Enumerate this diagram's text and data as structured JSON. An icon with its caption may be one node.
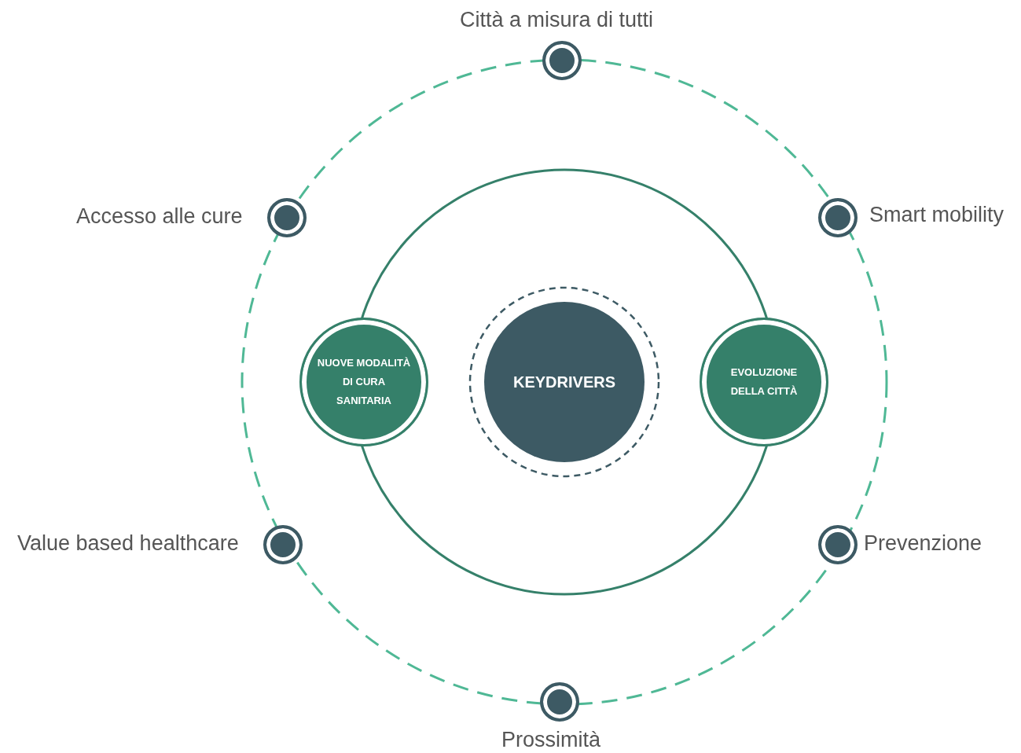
{
  "diagram": {
    "nodes": [
      {
        "text": [],
        "shape": "circle",
        "beside": [
          "Città a misura di tutti"
        ]
      },
      {
        "text": [],
        "shape": "circle",
        "beside": [
          "Accesso alle cure"
        ]
      },
      {
        "text": [],
        "shape": "circle",
        "beside": [
          "Smart mobility"
        ]
      },
      {
        "text": [
          "NUOVE MODALITÀ DI CURA SANITARIA"
        ]
      },
      {
        "text": [
          "KEYDRIVERS"
        ]
      },
      {
        "text": [
          "EVOLUZIONE DELLA CITTÀ"
        ]
      },
      {
        "text": [],
        "shape": "circle",
        "beside": [
          "Value based healthcare"
        ]
      },
      {
        "text": [],
        "shape": "circle",
        "beside": [
          "Prevenzione"
        ]
      },
      {
        "text": [],
        "shape": "circle",
        "beside": [
          "Prossimità"
        ]
      }
    ]
  }
}
